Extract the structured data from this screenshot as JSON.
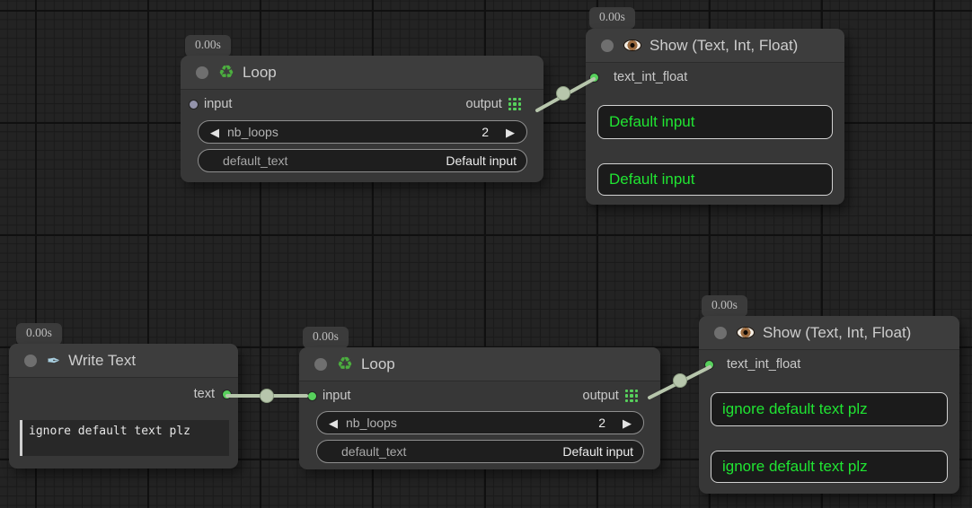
{
  "canvas": {
    "background": "#232323",
    "grid_minor": "#1a1a1a",
    "grid_major": "#101010"
  },
  "colors": {
    "node_bg": "#373737",
    "node_header": "#3d3d3d",
    "accent_green": "#57d05c",
    "link": "#b7c6ac",
    "display_text_green": "#20e432",
    "muted_socket": "#9393ab",
    "widget_bg": "#1e1e1e",
    "badge_bg": "#3b3b3b"
  },
  "icons": {
    "recycle": "♻",
    "pen": "✒",
    "stepper_left": "◀",
    "stepper_right": "▶"
  },
  "nodes": [
    {
      "id": "loop-top",
      "type": "Loop",
      "timer": "0.00s",
      "title": "Loop",
      "inputs": [
        {
          "name": "input",
          "connected": false
        }
      ],
      "outputs": [
        {
          "name": "output",
          "shape": "grid",
          "connected": true
        }
      ],
      "widgets": [
        {
          "type": "stepper",
          "label": "nb_loops",
          "value": "2"
        },
        {
          "type": "field",
          "label": "default_text",
          "value": "Default input"
        }
      ]
    },
    {
      "id": "show-top",
      "type": "Show",
      "timer": "0.00s",
      "title": "Show (Text, Int, Float)",
      "inputs": [
        {
          "name": "text_int_float",
          "connected": true
        }
      ],
      "displays": [
        "Default input",
        "Default input"
      ]
    },
    {
      "id": "write-text",
      "type": "Write Text",
      "timer": "0.00s",
      "title": "Write Text",
      "outputs": [
        {
          "name": "text",
          "connected": true
        }
      ],
      "textarea_value": "ignore default text plz"
    },
    {
      "id": "loop-bottom",
      "type": "Loop",
      "timer": "0.00s",
      "title": "Loop",
      "inputs": [
        {
          "name": "input",
          "connected": true
        }
      ],
      "outputs": [
        {
          "name": "output",
          "shape": "grid",
          "connected": true
        }
      ],
      "widgets": [
        {
          "type": "stepper",
          "label": "nb_loops",
          "value": "2"
        },
        {
          "type": "field",
          "label": "default_text",
          "value": "Default input"
        }
      ]
    },
    {
      "id": "show-bottom",
      "type": "Show",
      "timer": "0.00s",
      "title": "Show (Text, Int, Float)",
      "inputs": [
        {
          "name": "text_int_float",
          "connected": true
        }
      ],
      "displays": [
        "ignore default text plz",
        "ignore default text plz"
      ]
    }
  ],
  "links": [
    {
      "from": "loop-top",
      "from_socket": "output",
      "to": "show-top",
      "to_socket": "text_int_float"
    },
    {
      "from": "write-text",
      "from_socket": "text",
      "to": "loop-bottom",
      "to_socket": "input"
    },
    {
      "from": "loop-bottom",
      "from_socket": "output",
      "to": "show-bottom",
      "to_socket": "text_int_float"
    }
  ]
}
